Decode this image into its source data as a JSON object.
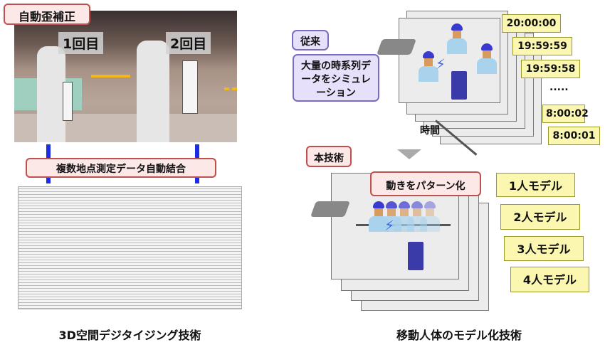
{
  "left": {
    "distortion_label": "自動歪補正",
    "round1": "1回目",
    "round2": "2回目",
    "merge_label": "複数地点測定データ自動結合",
    "caption": "3D空間デジタイジング技術"
  },
  "right": {
    "conventional_tag": "従来",
    "conventional_desc": "大量の時系列データをシミュレーション",
    "timestamps": [
      "20:00:00",
      "19:59:59",
      "19:59:58",
      "8:00:02",
      "8:00:01"
    ],
    "ellipsis": ".....",
    "time_label": "時間",
    "proposed_tag": "本技術",
    "pattern_label": "動きをパターン化",
    "models": [
      "1人モデル",
      "2人モデル",
      "3人モデル",
      "4人モデル"
    ],
    "caption": "移動人体のモデル化技術"
  },
  "colors": {
    "blue_arrow": "#1a2ee6",
    "pink_border": "#c0504d",
    "purple_border": "#7d6bc0",
    "yellow_fill": "#fbf7b0"
  }
}
